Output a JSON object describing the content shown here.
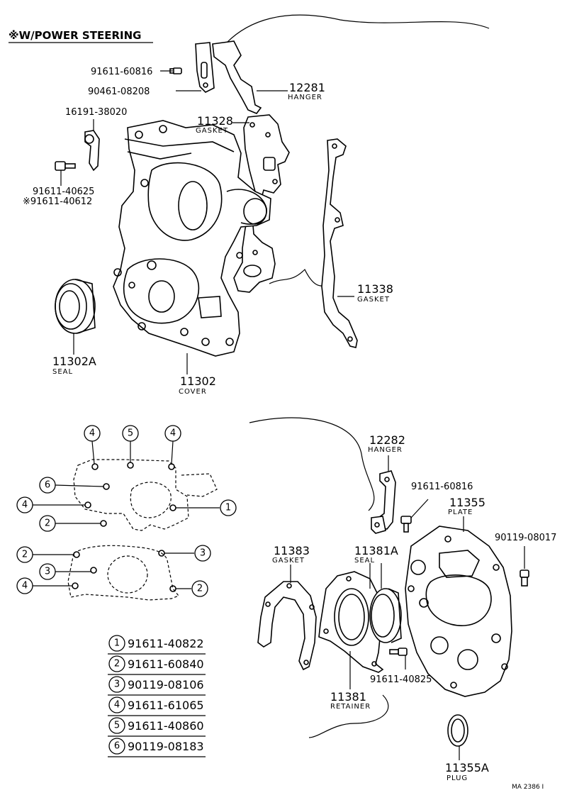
{
  "header": {
    "title": "※W/POWER STEERING"
  },
  "parts": {
    "p91611_60816_top": "91611-60816",
    "p90461_08208": "90461-08208",
    "p12281": "12281",
    "p12281_name": "HANGER",
    "p16191_38020": "16191-38020",
    "p11328": "11328",
    "p11328_name": "GASKET",
    "p91611_40625": "91611-40625",
    "p91611_40612": "※91611-40612",
    "p11338": "11338",
    "p11338_name": "GASKET",
    "p11302A": "11302A",
    "p11302A_name": "SEAL",
    "p11302": "11302",
    "p11302_name": "COVER",
    "p12282": "12282",
    "p12282_name": "HANGER",
    "p91611_60816_bot": "91611-60816",
    "p11355": "11355",
    "p11355_name": "PLATE",
    "p90119_08017": "90119-08017",
    "p11383": "11383",
    "p11383_name": "GASKET",
    "p11381A": "11381A",
    "p11381A_name": "SEAL",
    "p91611_40825": "91611-40825",
    "p11381": "11381",
    "p11381_name": "RETAINER",
    "p11355A": "11355A",
    "p11355A_name": "PLUG"
  },
  "bolt_callouts": {
    "c1": "1",
    "c2": "2",
    "c3": "3",
    "c4": "4",
    "c5": "5",
    "c6": "6"
  },
  "legend": [
    {
      "num": "1",
      "part": "91611-40822"
    },
    {
      "num": "2",
      "part": "91611-60840"
    },
    {
      "num": "3",
      "part": "90119-08106"
    },
    {
      "num": "4",
      "part": "91611-61065"
    },
    {
      "num": "5",
      "part": "91611-40860"
    },
    {
      "num": "6",
      "part": "90119-08183"
    }
  ],
  "footer": {
    "code": "MA 2386 I"
  }
}
